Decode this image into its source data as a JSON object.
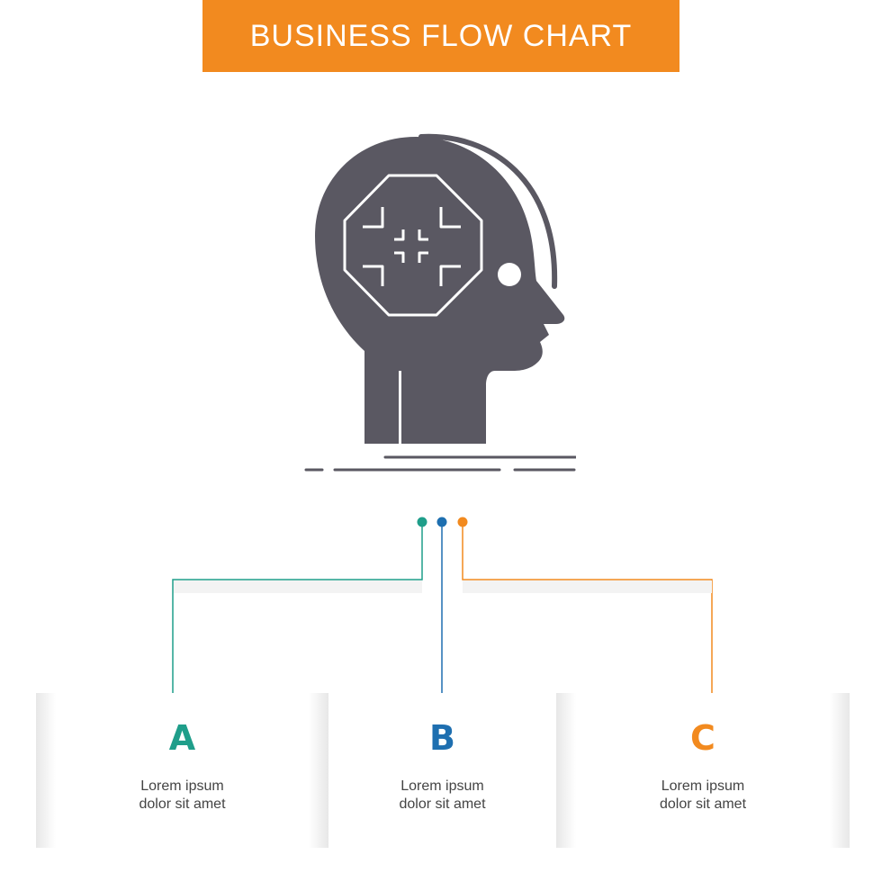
{
  "title": "BUSINESS FLOW CHART",
  "colors": {
    "banner": "#f28a1f",
    "icon": "#5a5862",
    "teal": "#1f9e8a",
    "blue": "#1e6fb0",
    "orange": "#f28a1f"
  },
  "icon": {
    "name": "head-circuit-icon"
  },
  "steps": [
    {
      "letter": "A",
      "line1": "Lorem ipsum",
      "line2": "dolor sit amet",
      "color": "#1f9e8a"
    },
    {
      "letter": "B",
      "line1": "Lorem ipsum",
      "line2": "dolor sit amet",
      "color": "#1e6fb0"
    },
    {
      "letter": "C",
      "line1": "Lorem ipsum",
      "line2": "dolor sit amet",
      "color": "#f28a1f"
    }
  ]
}
